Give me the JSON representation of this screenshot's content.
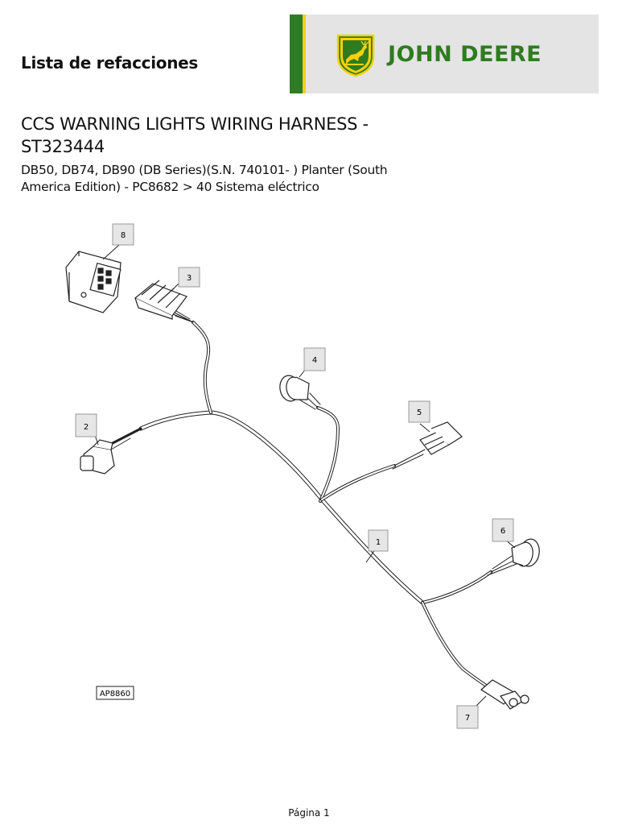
{
  "header": {
    "title": "Lista de refacciones",
    "brand": "John Deere",
    "brand_display": "JOHN DEERE",
    "colors": {
      "brand_green": "#367c2b",
      "brand_yellow": "#ffde00"
    }
  },
  "part": {
    "title": "CCS WARNING LIGHTS WIRING HARNESS - ST323444",
    "subtitle": "DB50, DB74, DB90 (DB Series)(S.N. 740101- ) Planter (South America Edition) - PC8682 > 40 Sistema eléctrico"
  },
  "diagram": {
    "callouts": [
      "1",
      "2",
      "3",
      "4",
      "5",
      "6",
      "7",
      "8"
    ],
    "code": "AP8860"
  },
  "footer": {
    "page": "Página 1"
  }
}
